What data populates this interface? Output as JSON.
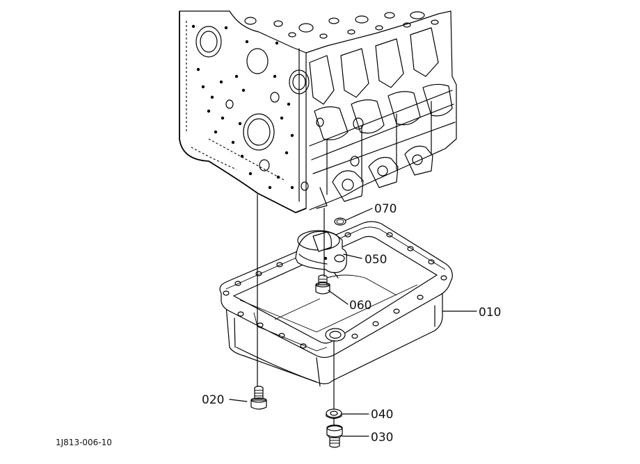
{
  "labels": {
    "p010": "010",
    "p020": "020",
    "p030": "030",
    "p040": "040",
    "p050": "050",
    "p060": "060",
    "p070": "070"
  },
  "reference_code": "1J813-006-10",
  "colors": {
    "ink": "#000000",
    "background": "#ffffff"
  }
}
